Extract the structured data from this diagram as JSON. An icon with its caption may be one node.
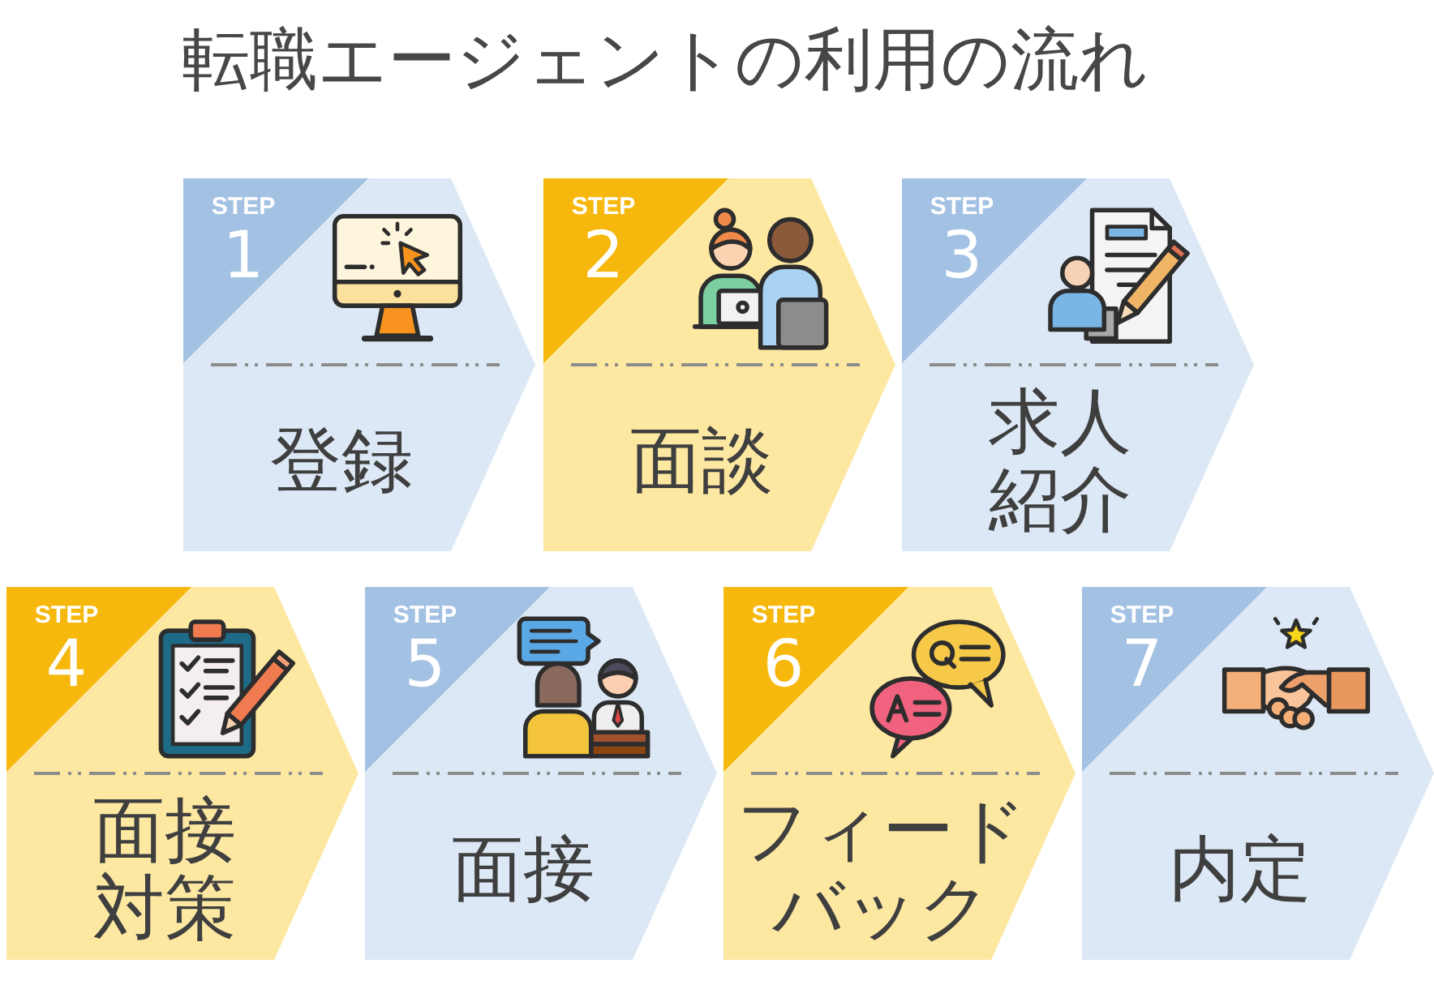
{
  "diagram": {
    "title": "転職エージェントの利用の流れ",
    "nodes": [
      {
        "text": [
          "STEP",
          "1",
          "登録"
        ]
      },
      {
        "text": [
          "STEP",
          "2",
          "面談"
        ]
      },
      {
        "text": [
          "STEP",
          "3",
          "求人紹介"
        ]
      },
      {
        "text": [
          "STEP",
          "4",
          "面接対策"
        ]
      },
      {
        "text": [
          "STEP",
          "5",
          "面接"
        ]
      },
      {
        "text": [
          "STEP",
          "6",
          "フィードバック"
        ]
      },
      {
        "text": [
          "STEP",
          "7",
          "内定"
        ]
      }
    ]
  }
}
